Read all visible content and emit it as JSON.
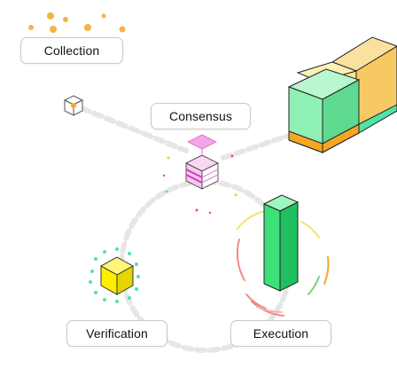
{
  "diagram": {
    "labels": {
      "collection": "Collection",
      "consensus": "Consensus",
      "verification": "Verification",
      "execution": "Execution"
    },
    "colors": {
      "path": "#e6e6e6",
      "collection_dots": "#f5b342",
      "consensus_stack": "#f3a6e8",
      "verification_cube": "#ffee00",
      "verification_dots": "#4fe3a6",
      "execution_bar": "#3ee07a",
      "chain_block_1": "#8ff0b3",
      "chain_block_2": "#fbe78a",
      "chain_block_3": "#f7c964",
      "chain_band_orange": "#f5a623",
      "chain_band_magenta": "#ee2ed4"
    }
  }
}
